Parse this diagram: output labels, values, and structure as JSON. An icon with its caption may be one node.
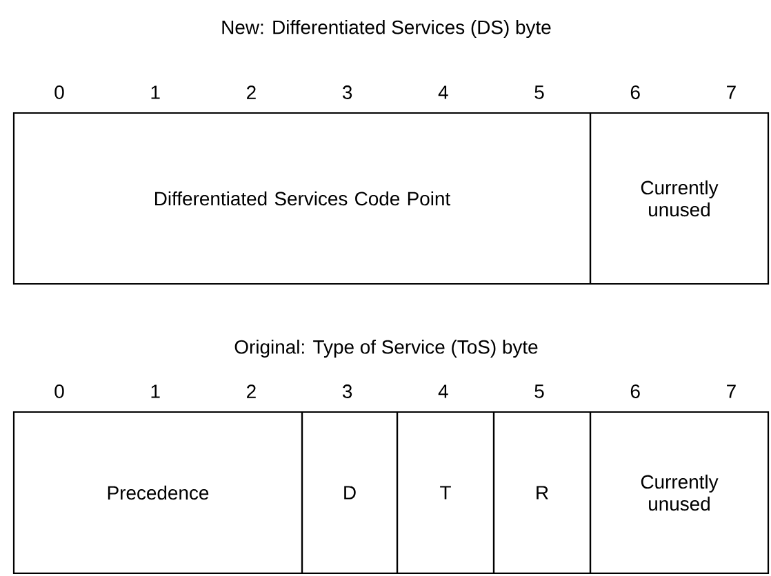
{
  "diagram": {
    "nodes": [
      {
        "text": [
          "Differentiated Services Code Point"
        ]
      },
      {
        "text": [
          "Currently unused"
        ]
      },
      {
        "text": [
          "Precedence"
        ]
      },
      {
        "text": [
          "D"
        ]
      },
      {
        "text": [
          "T"
        ]
      },
      {
        "text": [
          "R"
        ]
      },
      {
        "text": [
          "Currently unused"
        ]
      }
    ],
    "labels": [
      "New: Differentiated Services (DS) byte",
      "0",
      "1",
      "2",
      "3",
      "4",
      "5",
      "6",
      "7",
      "Original: Type of Service (ToS) byte",
      "0",
      "1",
      "2",
      "3",
      "4",
      "5",
      "6",
      "7"
    ]
  }
}
